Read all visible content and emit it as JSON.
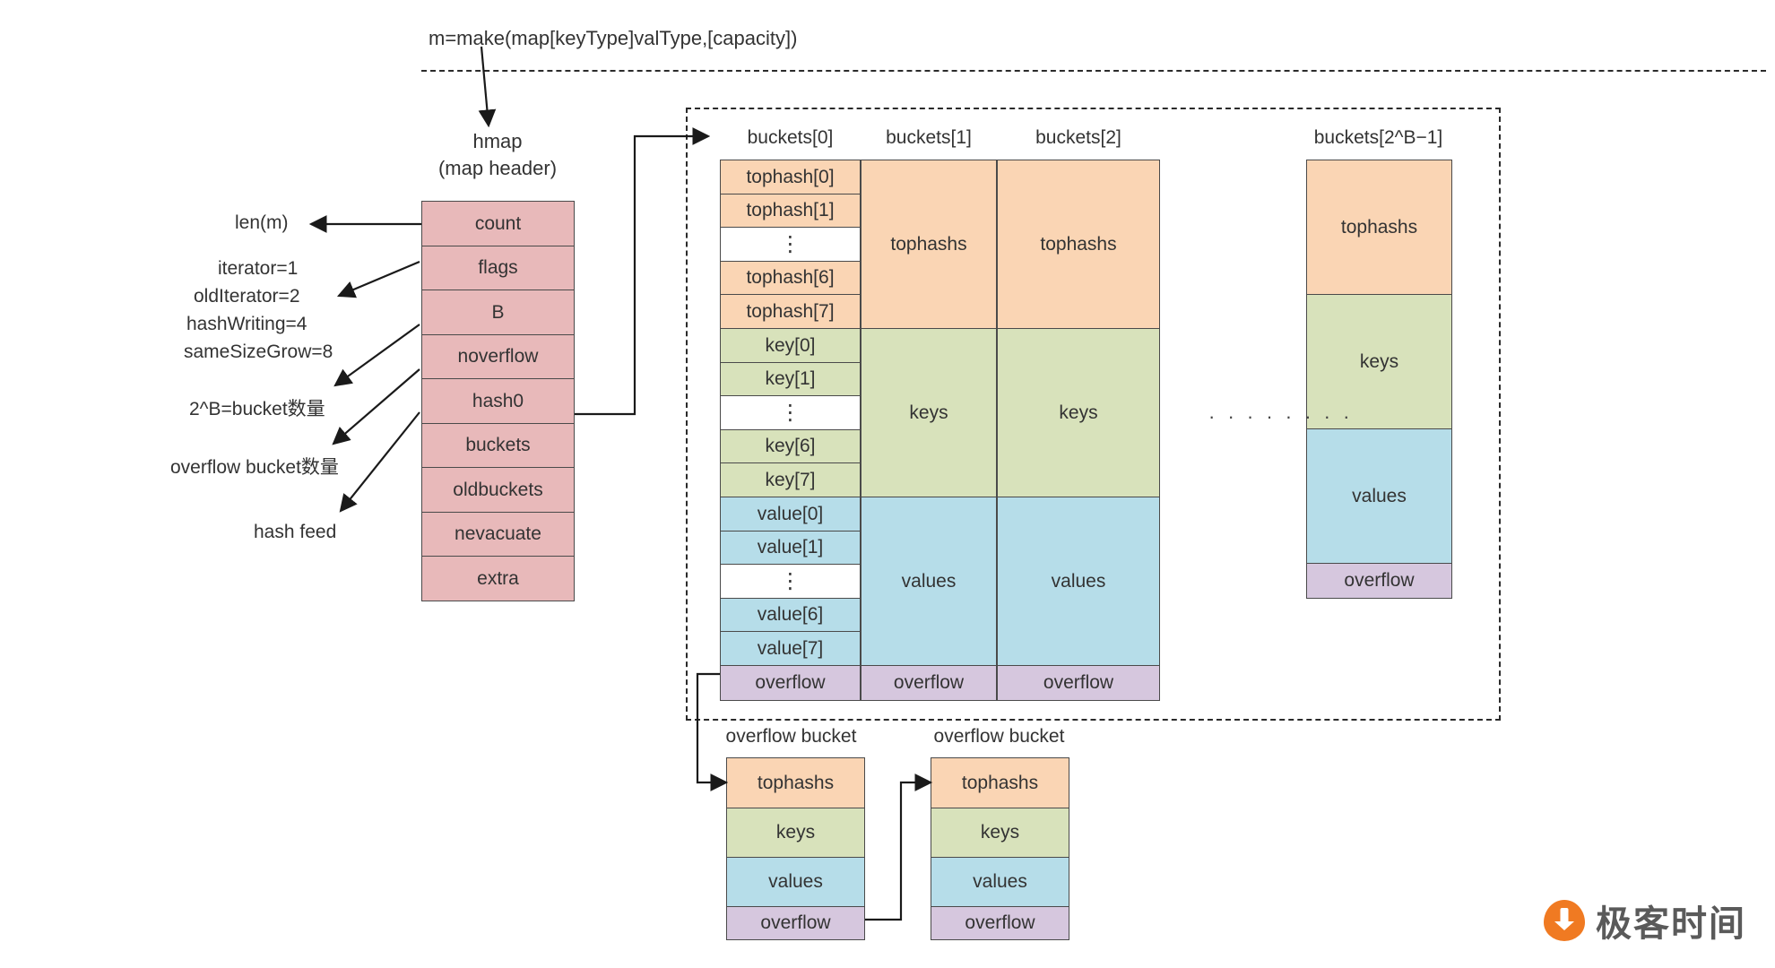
{
  "diagram": {
    "title_expr": "m=make(map[keyType]valType,[capacity])",
    "hmap": {
      "name": "hmap",
      "subtitle": "(map header)",
      "fields": [
        {
          "label": "count"
        },
        {
          "label": "flags"
        },
        {
          "label": "B"
        },
        {
          "label": "noverflow"
        },
        {
          "label": "hash0"
        },
        {
          "label": "buckets"
        },
        {
          "label": "oldbuckets"
        },
        {
          "label": "nevacuate"
        },
        {
          "label": "extra"
        }
      ]
    },
    "annotations": [
      {
        "id": "len",
        "text": "len(m)"
      },
      {
        "id": "flags-1",
        "text": "iterator=1"
      },
      {
        "id": "flags-2",
        "text": "oldIterator=2"
      },
      {
        "id": "flags-3",
        "text": "hashWriting=4"
      },
      {
        "id": "flags-4",
        "text": "sameSizeGrow=8"
      },
      {
        "id": "b-count",
        "text": "2^B=bucket数量"
      },
      {
        "id": "noverflow-count",
        "text": "overflow bucket数量"
      },
      {
        "id": "hash-feed",
        "text": "hash feed"
      }
    ],
    "buckets": [
      {
        "header": "buckets[0]",
        "detailed": true,
        "rows": [
          {
            "label": "tophash[0]",
            "color": "orange"
          },
          {
            "label": "tophash[1]",
            "color": "orange"
          },
          {
            "label": "⋮",
            "color": "white"
          },
          {
            "label": "tophash[6]",
            "color": "orange"
          },
          {
            "label": "tophash[7]",
            "color": "orange"
          },
          {
            "label": "key[0]",
            "color": "green"
          },
          {
            "label": "key[1]",
            "color": "green"
          },
          {
            "label": "⋮",
            "color": "white"
          },
          {
            "label": "key[6]",
            "color": "green"
          },
          {
            "label": "key[7]",
            "color": "green"
          },
          {
            "label": "value[0]",
            "color": "blue"
          },
          {
            "label": "value[1]",
            "color": "blue"
          },
          {
            "label": "⋮",
            "color": "white"
          },
          {
            "label": "value[6]",
            "color": "blue"
          },
          {
            "label": "value[7]",
            "color": "blue"
          },
          {
            "label": "overflow",
            "color": "purple"
          }
        ]
      },
      {
        "header": "buckets[1]",
        "detailed": false,
        "sections": [
          {
            "label": "tophashs",
            "color": "orange"
          },
          {
            "label": "keys",
            "color": "green"
          },
          {
            "label": "values",
            "color": "blue"
          },
          {
            "label": "overflow",
            "color": "purple"
          }
        ]
      },
      {
        "header": "buckets[2]",
        "detailed": false,
        "sections": [
          {
            "label": "tophashs",
            "color": "orange"
          },
          {
            "label": "keys",
            "color": "green"
          },
          {
            "label": "values",
            "color": "blue"
          },
          {
            "label": "overflow",
            "color": "purple"
          }
        ]
      },
      {
        "header": "buckets[2^B−1]",
        "detailed": false,
        "sections": [
          {
            "label": "tophashs",
            "color": "orange"
          },
          {
            "label": "keys",
            "color": "green"
          },
          {
            "label": "values",
            "color": "blue"
          },
          {
            "label": "overflow",
            "color": "purple"
          }
        ]
      }
    ],
    "ellipsis_between_buckets": "· · · · · · · ·",
    "overflow_buckets": [
      {
        "header": "overflow bucket",
        "sections": [
          {
            "label": "tophashs",
            "color": "orange"
          },
          {
            "label": "keys",
            "color": "green"
          },
          {
            "label": "values",
            "color": "blue"
          },
          {
            "label": "overflow",
            "color": "purple"
          }
        ]
      },
      {
        "header": "overflow bucket",
        "sections": [
          {
            "label": "tophashs",
            "color": "orange"
          },
          {
            "label": "keys",
            "color": "green"
          },
          {
            "label": "values",
            "color": "blue"
          },
          {
            "label": "overflow",
            "color": "purple"
          }
        ]
      }
    ]
  },
  "watermark": {
    "text": "极客时间",
    "icon": "geektime-logo-icon",
    "color": "#f07a22"
  },
  "palette": {
    "pink": "#e8b9ba",
    "orange": "#fad5b4",
    "green": "#d8e2bb",
    "blue": "#b6dde9",
    "purple": "#d6c7de",
    "stroke": "#4a4a4a",
    "text": "#333333"
  }
}
